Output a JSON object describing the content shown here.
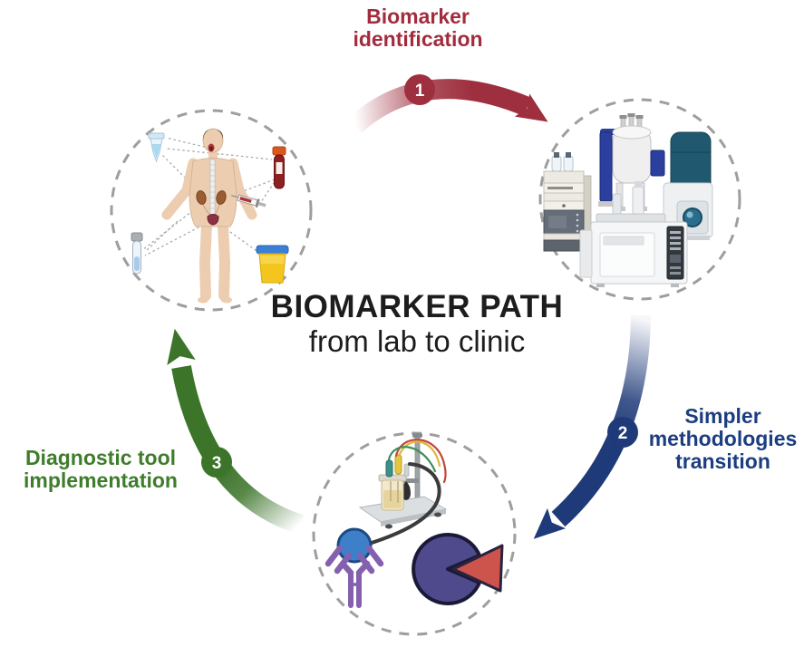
{
  "diagram": {
    "title_line1": "BIOMARKER PATH",
    "title_line2": "from lab to clinic"
  },
  "steps": [
    {
      "number": "1",
      "lines": [
        "Biomarker",
        "identification"
      ],
      "color": "#9e2f3e"
    },
    {
      "number": "2",
      "lines": [
        "Simpler",
        "methodologies",
        "transition"
      ],
      "color": "#1e3a78"
    },
    {
      "number": "3",
      "lines": [
        "Diagnostic tool",
        "implementation"
      ],
      "color": "#3c742a"
    }
  ],
  "nodes": [
    {
      "id": "patient-samples",
      "icons": [
        "human-body-icon",
        "microcentrifuge-tube-icon",
        "blood-collection-tube-icon",
        "syringe-icon",
        "urine-sample-cup-icon",
        "test-tube-icon"
      ]
    },
    {
      "id": "analytical-instruments",
      "icons": [
        "hplc-stack-icon",
        "nmr-spectrometer-icon",
        "mass-spectrometer-icon",
        "gc-system-icon"
      ]
    },
    {
      "id": "diagnostic-tools",
      "icons": [
        "electrochemical-cell-icon",
        "antibody-antigen-icon",
        "biosensor-recognition-icon"
      ]
    }
  ],
  "colors": {
    "step1_red": "#9e2f3e",
    "step2_blue": "#1e3a78",
    "step3_green": "#3c742a",
    "dashed_circle": "#9e9e9e",
    "title_text": "#1d1d1d",
    "background": "#ffffff"
  }
}
